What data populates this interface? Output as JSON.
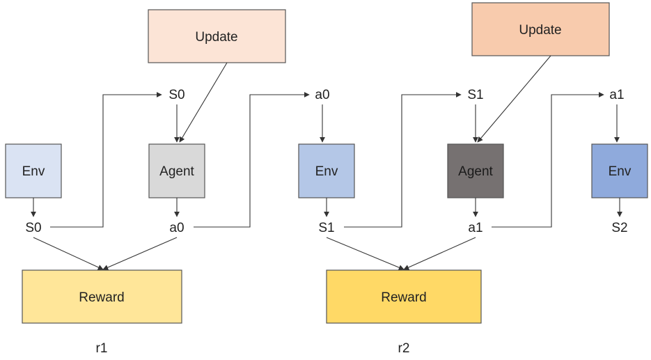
{
  "colors": {
    "update_1": "#FCE4D6",
    "update_2": "#F8CBAD",
    "env_1": "#DAE3F3",
    "env_2": "#B4C7E7",
    "env_3": "#8FAADC",
    "agent_1": "#D9D9D9",
    "agent_2": "#767171",
    "reward_1": "#FFE699",
    "reward_2": "#FFD966"
  },
  "nodes": {
    "update_1": "Update",
    "update_2": "Update",
    "env_1": "Env",
    "env_2": "Env",
    "env_3": "Env",
    "agent_1": "Agent",
    "agent_2": "Agent",
    "reward_1": "Reward",
    "reward_2": "Reward"
  },
  "labels": {
    "s0_top": "S0",
    "a0_top": "a0",
    "s1_top": "S1",
    "a1_top": "a1",
    "s0_bottom": "S0",
    "a0_bottom": "a0",
    "s1_bottom": "S1",
    "a1_bottom": "a1",
    "s2_bottom": "S2",
    "r1": "r1",
    "r2": "r2"
  }
}
